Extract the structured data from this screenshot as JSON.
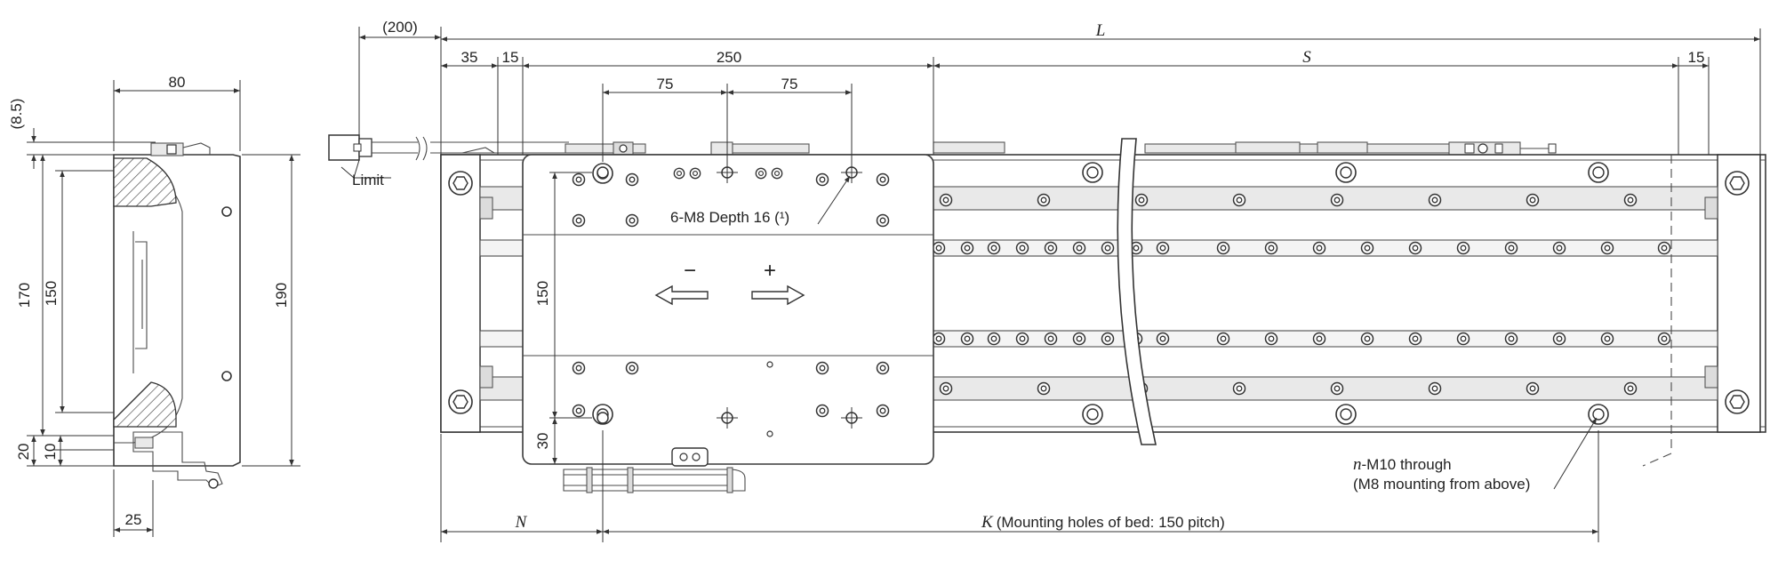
{
  "side_view": {
    "dim_width": "80",
    "dim_top_offset": "(8.5)",
    "dim_170": "170",
    "dim_150": "150",
    "dim_190": "190",
    "dim_20": "20",
    "dim_10": "10",
    "dim_25": "25"
  },
  "front_view": {
    "dim_cable": "(200)",
    "dim_L": "L",
    "dim_35": "35",
    "dim_15_left": "15",
    "dim_250": "250",
    "dim_S": "S",
    "dim_15_right": "15",
    "dim_75_a": "75",
    "dim_75_b": "75",
    "dim_150": "150",
    "dim_30": "30",
    "dim_N": "N",
    "dim_K_letter": "K",
    "dim_K_text": "(Mounting holes of bed: 150 pitch)",
    "limit_label": "Limit",
    "tapped_holes_label": "6-M8 Depth 16 (¹)",
    "minus_sign": "−",
    "plus_sign": "+",
    "through_holes_n": "n",
    "through_holes_line1": "-M10 through",
    "through_holes_line2": "(M8 mounting from above)"
  }
}
